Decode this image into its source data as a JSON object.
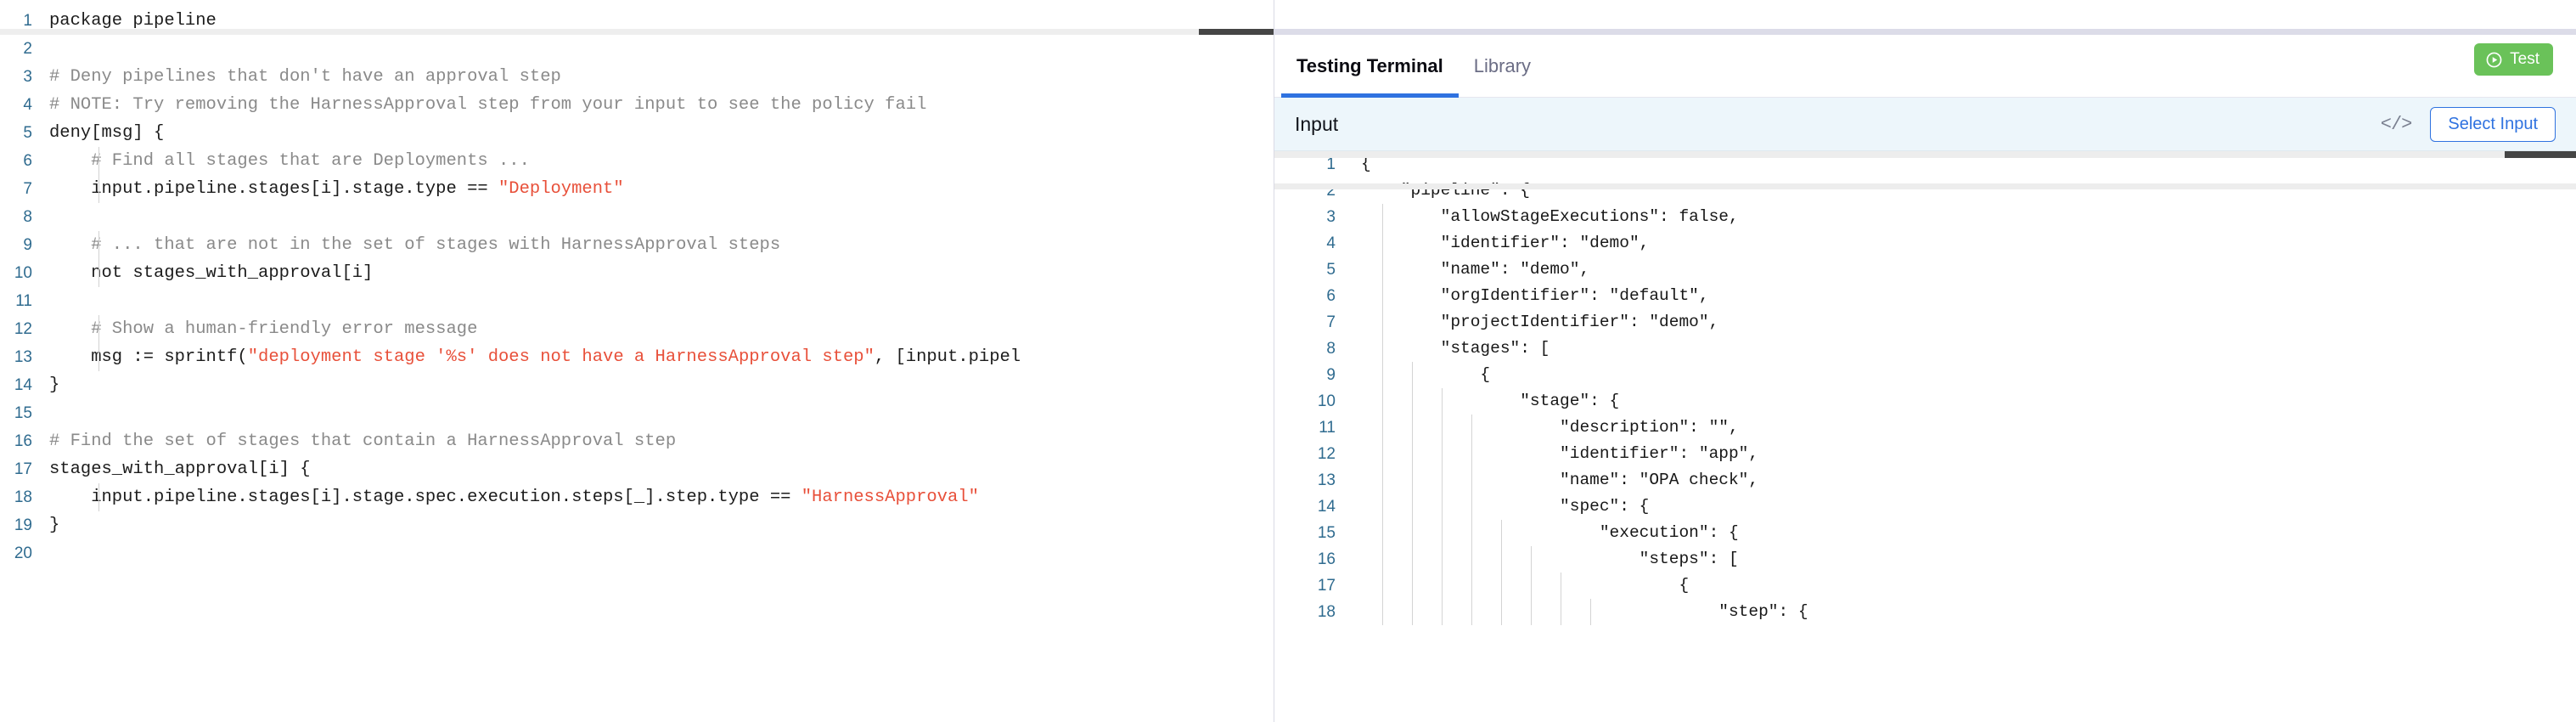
{
  "policy_editor": {
    "name": "rego-policy-editor",
    "language": "rego",
    "total_lines": 20,
    "lines": [
      {
        "n": "1",
        "indent": 0,
        "guide": false,
        "tokens": [
          {
            "t": "plain",
            "v": "package pipeline"
          }
        ]
      },
      {
        "n": "2",
        "indent": 0,
        "guide": false,
        "tokens": [
          {
            "t": "plain",
            "v": ""
          }
        ]
      },
      {
        "n": "3",
        "indent": 0,
        "guide": false,
        "tokens": [
          {
            "t": "comment",
            "v": "# Deny pipelines that don't have an approval step"
          }
        ]
      },
      {
        "n": "4",
        "indent": 0,
        "guide": false,
        "tokens": [
          {
            "t": "comment",
            "v": "# NOTE: Try removing the HarnessApproval step from your input to see the policy fail"
          }
        ]
      },
      {
        "n": "5",
        "indent": 0,
        "guide": false,
        "tokens": [
          {
            "t": "plain",
            "v": "deny[msg] {"
          }
        ]
      },
      {
        "n": "6",
        "indent": 1,
        "guide": true,
        "tokens": [
          {
            "t": "comment",
            "v": "    # Find all stages that are Deployments ..."
          }
        ]
      },
      {
        "n": "7",
        "indent": 1,
        "guide": true,
        "tokens": [
          {
            "t": "plain",
            "v": "    input.pipeline.stages[i].stage.type == "
          },
          {
            "t": "string",
            "v": "\"Deployment\""
          }
        ]
      },
      {
        "n": "8",
        "indent": 1,
        "guide": true,
        "tokens": [
          {
            "t": "plain",
            "v": ""
          }
        ]
      },
      {
        "n": "9",
        "indent": 1,
        "guide": true,
        "tokens": [
          {
            "t": "comment",
            "v": "    # ... that are not in the set of stages with HarnessApproval steps"
          }
        ]
      },
      {
        "n": "10",
        "indent": 1,
        "guide": true,
        "tokens": [
          {
            "t": "plain",
            "v": "    not stages_with_approval[i]"
          }
        ]
      },
      {
        "n": "11",
        "indent": 1,
        "guide": true,
        "tokens": [
          {
            "t": "plain",
            "v": ""
          }
        ]
      },
      {
        "n": "12",
        "indent": 1,
        "guide": true,
        "tokens": [
          {
            "t": "comment",
            "v": "    # Show a human-friendly error message"
          }
        ]
      },
      {
        "n": "13",
        "indent": 1,
        "guide": true,
        "tokens": [
          {
            "t": "plain",
            "v": "    msg := sprintf("
          },
          {
            "t": "string",
            "v": "\"deployment stage '%s' does not have a HarnessApproval step\""
          },
          {
            "t": "plain",
            "v": ", [input.pipel"
          }
        ]
      },
      {
        "n": "14",
        "indent": 0,
        "guide": false,
        "tokens": [
          {
            "t": "plain",
            "v": "}"
          }
        ]
      },
      {
        "n": "15",
        "indent": 0,
        "guide": false,
        "tokens": [
          {
            "t": "plain",
            "v": ""
          }
        ]
      },
      {
        "n": "16",
        "indent": 0,
        "guide": false,
        "tokens": [
          {
            "t": "comment",
            "v": "# Find the set of stages that contain a HarnessApproval step"
          }
        ]
      },
      {
        "n": "17",
        "indent": 0,
        "guide": false,
        "tokens": [
          {
            "t": "plain",
            "v": "stages_with_approval[i] {"
          }
        ]
      },
      {
        "n": "18",
        "indent": 1,
        "guide": true,
        "tokens": [
          {
            "t": "plain",
            "v": "    input.pipeline.stages[i].stage.spec.execution.steps[_].step.type == "
          },
          {
            "t": "string",
            "v": "\"HarnessApproval\""
          }
        ]
      },
      {
        "n": "19",
        "indent": 0,
        "guide": false,
        "tokens": [
          {
            "t": "plain",
            "v": "}"
          }
        ]
      },
      {
        "n": "20",
        "indent": 0,
        "guide": false,
        "tokens": [
          {
            "t": "plain",
            "v": ""
          }
        ]
      }
    ]
  },
  "testing_panel": {
    "tabs": [
      {
        "label": "Testing Terminal",
        "active": true
      },
      {
        "label": "Library",
        "active": false
      }
    ],
    "test_button": {
      "label": "Test",
      "icon": "play-circle-icon",
      "color": "#6ac259"
    },
    "input_section": {
      "title": "Input",
      "code_toggle_icon": "</>",
      "select_input_label": "Select Input"
    },
    "json_editor": {
      "name": "pipeline-input-json-editor",
      "lines": [
        {
          "n": "1",
          "guides": 0,
          "text": "{"
        },
        {
          "n": "2",
          "guides": 2,
          "text": "    \"pipeline\": {"
        },
        {
          "n": "3",
          "guides": 4,
          "text": "        \"allowStageExecutions\": false,"
        },
        {
          "n": "4",
          "guides": 4,
          "text": "        \"identifier\": \"demo\","
        },
        {
          "n": "5",
          "guides": 4,
          "text": "        \"name\": \"demo\","
        },
        {
          "n": "6",
          "guides": 4,
          "text": "        \"orgIdentifier\": \"default\","
        },
        {
          "n": "7",
          "guides": 4,
          "text": "        \"projectIdentifier\": \"demo\","
        },
        {
          "n": "8",
          "guides": 4,
          "text": "        \"stages\": ["
        },
        {
          "n": "9",
          "guides": 6,
          "text": "            {"
        },
        {
          "n": "10",
          "guides": 8,
          "text": "                \"stage\": {"
        },
        {
          "n": "11",
          "guides": 10,
          "text": "                    \"description\": \"\","
        },
        {
          "n": "12",
          "guides": 10,
          "text": "                    \"identifier\": \"app\","
        },
        {
          "n": "13",
          "guides": 10,
          "text": "                    \"name\": \"OPA check\","
        },
        {
          "n": "14",
          "guides": 10,
          "text": "                    \"spec\": {"
        },
        {
          "n": "15",
          "guides": 12,
          "text": "                        \"execution\": {"
        },
        {
          "n": "16",
          "guides": 14,
          "text": "                            \"steps\": ["
        },
        {
          "n": "17",
          "guides": 16,
          "text": "                                {"
        },
        {
          "n": "18",
          "guides": 18,
          "text": "                                    \"step\": {"
        }
      ]
    }
  }
}
